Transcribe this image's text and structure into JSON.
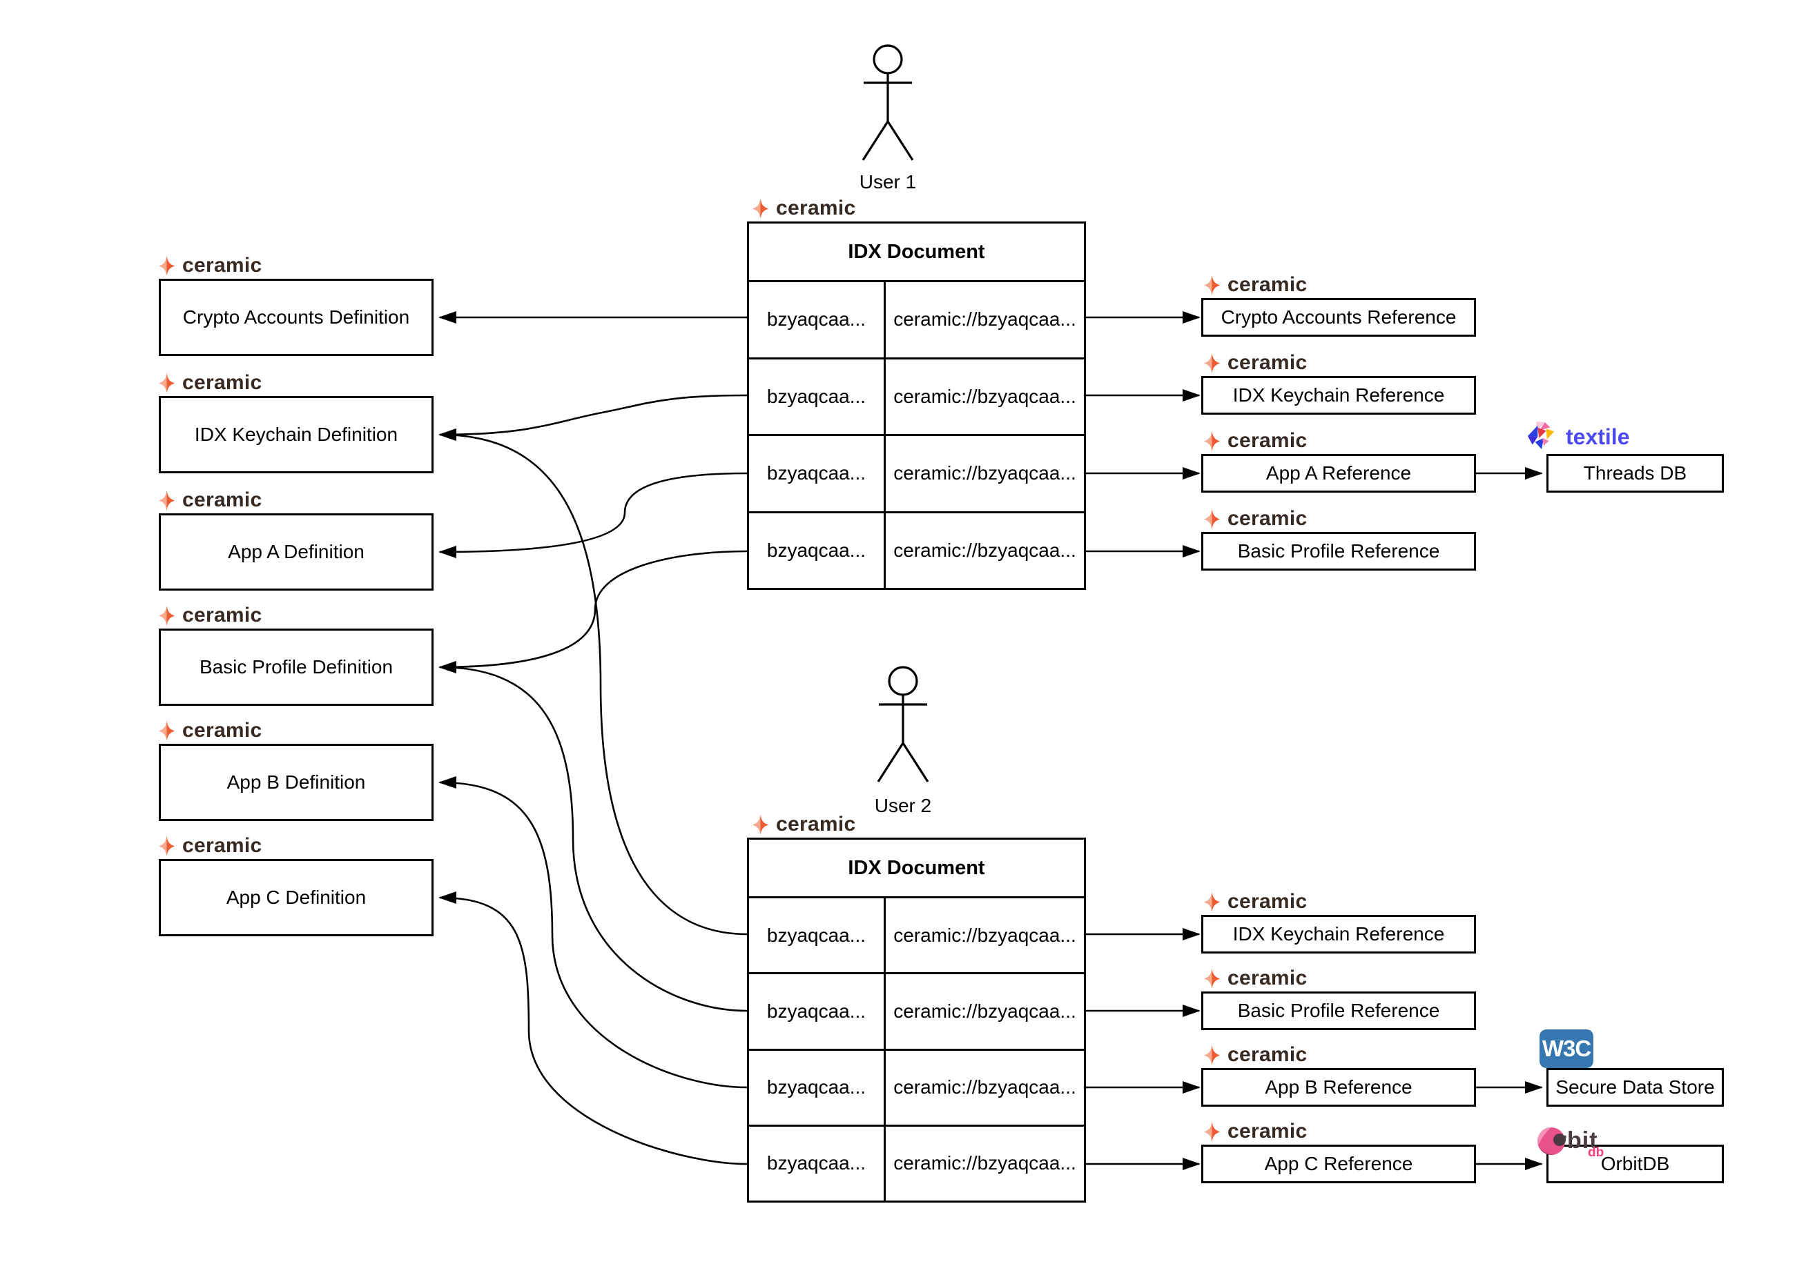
{
  "brand": {
    "ceramic": "ceramic",
    "textile": "textile",
    "w3c": "W3C",
    "orbit": "orbit",
    "orbit_db": "db"
  },
  "users": [
    {
      "label": "User 1"
    },
    {
      "label": "User 2"
    }
  ],
  "documents": [
    {
      "title": "IDX Document",
      "rows": [
        {
          "key": "bzyaqcaa...",
          "value": "ceramic://bzyaqcaa..."
        },
        {
          "key": "bzyaqcaa...",
          "value": "ceramic://bzyaqcaa..."
        },
        {
          "key": "bzyaqcaa...",
          "value": "ceramic://bzyaqcaa..."
        },
        {
          "key": "bzyaqcaa...",
          "value": "ceramic://bzyaqcaa..."
        }
      ]
    },
    {
      "title": "IDX Document",
      "rows": [
        {
          "key": "bzyaqcaa...",
          "value": "ceramic://bzyaqcaa..."
        },
        {
          "key": "bzyaqcaa...",
          "value": "ceramic://bzyaqcaa..."
        },
        {
          "key": "bzyaqcaa...",
          "value": "ceramic://bzyaqcaa..."
        },
        {
          "key": "bzyaqcaa...",
          "value": "ceramic://bzyaqcaa..."
        }
      ]
    }
  ],
  "definitions": [
    {
      "label": "Crypto Accounts Definition"
    },
    {
      "label": "IDX Keychain Definition"
    },
    {
      "label": "App A Definition"
    },
    {
      "label": "Basic Profile Definition"
    },
    {
      "label": "App B Definition"
    },
    {
      "label": "App C Definition"
    }
  ],
  "references": {
    "user1": [
      {
        "label": "Crypto Accounts Reference"
      },
      {
        "label": "IDX Keychain Reference"
      },
      {
        "label": "App A Reference"
      },
      {
        "label": "Basic Profile Reference"
      }
    ],
    "user2": [
      {
        "label": "IDX Keychain Reference"
      },
      {
        "label": "Basic Profile Reference"
      },
      {
        "label": "App B Reference"
      },
      {
        "label": "App C Reference"
      }
    ]
  },
  "external": {
    "threads_db": {
      "label": "Threads DB"
    },
    "secure_data_store": {
      "label": "Secure Data Store"
    },
    "orbitdb": {
      "label": "OrbitDB"
    }
  },
  "colors": {
    "background": "#FFFFFF",
    "line": "#000000",
    "ceramic_star": "#EC5B31",
    "ceramic_star_light": "#F6A98C",
    "ceramic_text": "#362A22",
    "textile_blue": "#4C49EF",
    "textile_palette": [
      "#2B3FE0",
      "#E63946",
      "#FFB703",
      "#F47FB2",
      "#F8C8DC"
    ],
    "w3c_blue": "#3577AE",
    "orbit_pink": "#E9518A",
    "orbit_maroon": "#8C3A5C",
    "orbit_dark": "#4A3A42",
    "orbit_db_pink": "#F23F81"
  }
}
